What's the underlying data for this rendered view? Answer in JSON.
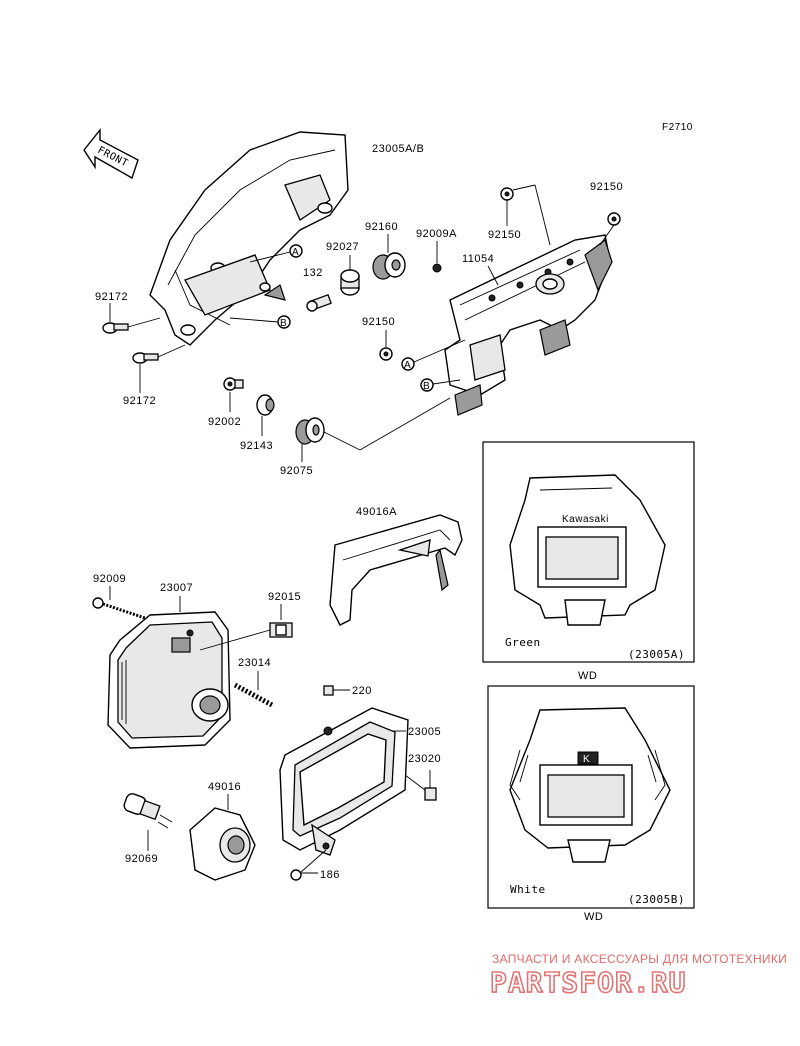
{
  "figure_code": "F2710",
  "front_label": "FRONT",
  "part_numbers": {
    "p23005ab": "23005A/B",
    "p92150_top": "92150",
    "p92160": "92160",
    "p92009a": "92009A",
    "p92150_mid": "92150",
    "p92027": "92027",
    "p11054": "11054",
    "p132": "132",
    "p92172_a": "92172",
    "p92150_low": "92150",
    "p92172_b": "92172",
    "p92002": "92002",
    "p92143": "92143",
    "p92075": "92075",
    "p49016a": "49016A",
    "p92009": "92009",
    "p23007": "23007",
    "p92015": "92015",
    "p23014": "23014",
    "p220": "220",
    "p23005": "23005",
    "p23020": "23020",
    "p49016": "49016",
    "p92069": "92069",
    "p186": "186"
  },
  "ref_markers": {
    "a": "A",
    "b": "B"
  },
  "inset_green": {
    "color_label": "Green",
    "part_ref": "(23005A)",
    "caption": "WD",
    "brand_text": "Kawasaki"
  },
  "inset_white": {
    "color_label": "White",
    "part_ref": "(23005B)",
    "caption": "WD",
    "brand_text": "K"
  },
  "watermark": {
    "line1": "ЗАПЧАСТИ И АКСЕССУАРЫ ДЛЯ МОТОТЕХНИКИ",
    "line2": "PARTSFOR.RU"
  }
}
